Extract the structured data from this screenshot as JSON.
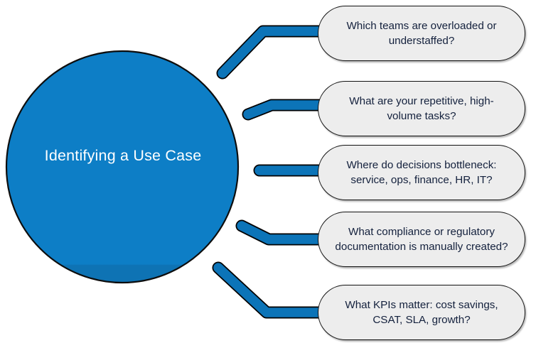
{
  "diagram": {
    "type": "hub-and-spoke",
    "title": "Identifying a Use Case",
    "background_color": "#FFFFFF",
    "hub": {
      "label": "Identifying a Use Case",
      "shape": "circle",
      "fill_color": "#0D7CC4",
      "stroke_color": "#000000",
      "text_color": "#FFFFFF"
    },
    "connector": {
      "color": "#0C74B8",
      "stroke_color": "#000000",
      "style": "bent-rounded-line"
    },
    "callouts": [
      {
        "id": "callout-1",
        "text": "Which teams are overloaded or understaffed?",
        "fill_color": "#EDEDED",
        "stroke_color": "#111111",
        "text_color": "#14213D"
      },
      {
        "id": "callout-2",
        "text": "What are your repetitive, high-volume tasks?",
        "fill_color": "#EDEDED",
        "stroke_color": "#111111",
        "text_color": "#14213D"
      },
      {
        "id": "callout-3",
        "text": "Where do decisions bottleneck: service, ops, finance, HR, IT?",
        "fill_color": "#EDEDED",
        "stroke_color": "#111111",
        "text_color": "#14213D"
      },
      {
        "id": "callout-4",
        "text": "What compliance or regulatory documentation is manually created?",
        "fill_color": "#EDEDED",
        "stroke_color": "#111111",
        "text_color": "#14213D"
      },
      {
        "id": "callout-5",
        "text": "What KPIs matter: cost savings, CSAT, SLA, growth?",
        "fill_color": "#EDEDED",
        "stroke_color": "#111111",
        "text_color": "#14213D"
      }
    ]
  }
}
